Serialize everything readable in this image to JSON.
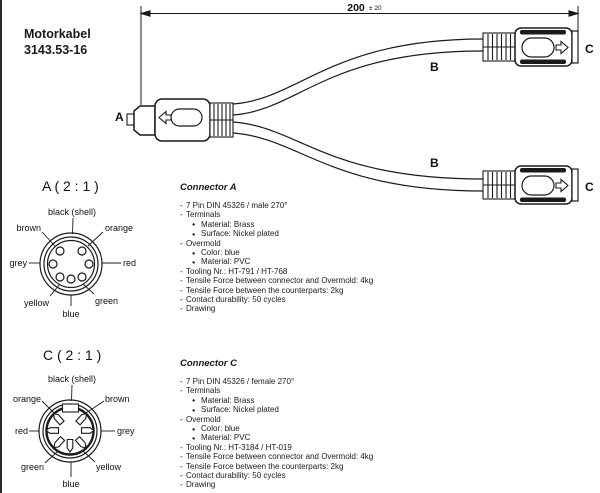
{
  "title": {
    "line1": "Motorkabel",
    "line2": "3143.53-16"
  },
  "drawing": {
    "dimension_value": "200",
    "dimension_tolerance": "± 20",
    "label_a": "A",
    "label_b_upper": "B",
    "label_b_lower": "B",
    "label_c_upper": "C",
    "label_c_lower": "C"
  },
  "diagram_a": {
    "heading": "A ( 2 : 1 )",
    "labels": {
      "top": "black (shell)",
      "top_left": "brown",
      "top_right": "orange",
      "left": "grey",
      "right": "red",
      "bottom_left": "yellow",
      "bottom_right": "green",
      "bottom": "blue"
    }
  },
  "diagram_c": {
    "heading": "C ( 2 : 1 )",
    "labels": {
      "top": "black (shell)",
      "top_left": "orange",
      "top_right": "brown",
      "left": "red",
      "right": "grey",
      "bottom_left": "green",
      "bottom_right": "yellow",
      "bottom": "blue"
    }
  },
  "spec_a": {
    "heading": "Connector A",
    "items": [
      {
        "type": "dash",
        "text": "7 Pin DIN 45326 / male 270°"
      },
      {
        "type": "dash",
        "text": "Terminals"
      },
      {
        "type": "bullet",
        "text": "Material: Brass"
      },
      {
        "type": "bullet",
        "text": "Surface: Nickel plated"
      },
      {
        "type": "dash",
        "text": "Overmold"
      },
      {
        "type": "bullet",
        "text": "Color: blue"
      },
      {
        "type": "bullet",
        "text": "Material: PVC"
      },
      {
        "type": "dash",
        "text": "Tooling Nr.: HT-791 / HT-768"
      },
      {
        "type": "dash",
        "text": "Tensile Force between connector and Overmold: 4kg"
      },
      {
        "type": "dash",
        "text": "Tensile Force between the counterparts: 2kg"
      },
      {
        "type": "dash",
        "text": "Contact durability: 50 cycles"
      },
      {
        "type": "dash",
        "text": "Drawing"
      }
    ]
  },
  "spec_c": {
    "heading": "Connector C",
    "items": [
      {
        "type": "dash",
        "text": "7 Pin DIN 45326 / female 270°"
      },
      {
        "type": "dash",
        "text": "Terminals"
      },
      {
        "type": "bullet",
        "text": "Material: Brass"
      },
      {
        "type": "bullet",
        "text": "Surface: Nickel plated"
      },
      {
        "type": "dash",
        "text": "Overmold"
      },
      {
        "type": "bullet",
        "text": "Color: blue"
      },
      {
        "type": "bullet",
        "text": "Material: PVC"
      },
      {
        "type": "dash",
        "text": "Tooling Nr.: HT-3184 / HT-019"
      },
      {
        "type": "dash",
        "text": "Tensile Force between connector and Overmold: 4kg"
      },
      {
        "type": "dash",
        "text": "Tensile Force between the counterparts: 2kg"
      },
      {
        "type": "dash",
        "text": "Contact durability: 50 cycles"
      },
      {
        "type": "dash",
        "text": "Drawing"
      }
    ]
  }
}
